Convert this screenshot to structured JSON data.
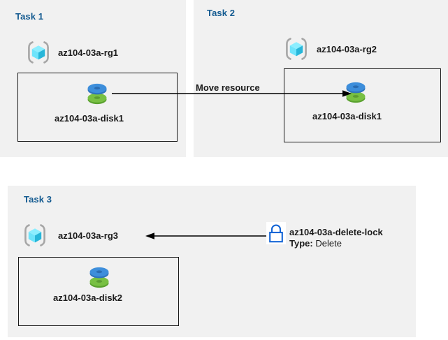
{
  "diagram": {
    "title": "Azure resource group tasks diagram",
    "colors": {
      "panel_background": "#f1f1f1",
      "page_background": "#ffffff",
      "task_title": "#135a90",
      "text": "#1a1a1a",
      "box_border": "#1a1a1a",
      "lock_blue": "#1566d6",
      "disk_blue": "#3d8edb",
      "disk_green": "#6cb33f",
      "cube_light": "#7eeaff",
      "cube_dark": "#27b6d9",
      "bracket_gray": "#a6a6a6"
    }
  },
  "tasks": [
    {
      "id": "task1",
      "title": "Task 1",
      "resource_group": {
        "icon": "resource-group-icon",
        "label": "az104-03a-rg1"
      },
      "resources": [
        {
          "icon": "disk-icon",
          "label": "az104-03a-disk1"
        }
      ]
    },
    {
      "id": "task2",
      "title": "Task 2",
      "resource_group": {
        "icon": "resource-group-icon",
        "label": "az104-03a-rg2"
      },
      "resources": [
        {
          "icon": "disk-icon",
          "label": "az104-03a-disk1"
        }
      ]
    },
    {
      "id": "task3",
      "title": "Task 3",
      "resource_group": {
        "icon": "resource-group-icon",
        "label": "az104-03a-rg3"
      },
      "resources": [
        {
          "icon": "disk-icon",
          "label": "az104-03a-disk2"
        }
      ],
      "lock": {
        "icon": "lock-icon",
        "name": "az104-03a-delete-lock",
        "type_label": "Type:",
        "type_value": "Delete"
      }
    }
  ],
  "connectors": [
    {
      "id": "move-resource",
      "label": "Move resource",
      "from": "az104-03a-disk1 (Task 1)",
      "to": "az104-03a-disk1 (Task 2)",
      "direction": "right"
    },
    {
      "id": "lock-applies-to",
      "label": "",
      "from": "az104-03a-delete-lock",
      "to": "az104-03a-rg3",
      "direction": "left"
    }
  ]
}
